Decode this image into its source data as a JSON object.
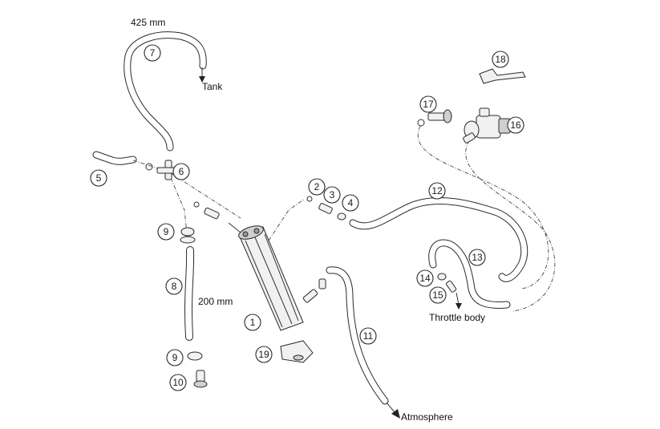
{
  "labels": {
    "len_425": "425 mm",
    "tank": "Tank",
    "len_200": "200 mm",
    "throttle_body": "Throttle body",
    "atmosphere": "Atmosphere"
  },
  "callouts": {
    "c1": "1",
    "c2": "2",
    "c3": "3",
    "c4": "4",
    "c5": "5",
    "c6": "6",
    "c7": "7",
    "c8": "8",
    "c9a": "9",
    "c9b": "9",
    "c10": "10",
    "c11": "11",
    "c12": "12",
    "c13": "13",
    "c14": "14",
    "c15": "15",
    "c16": "16",
    "c17": "17",
    "c18": "18",
    "c19": "19"
  }
}
